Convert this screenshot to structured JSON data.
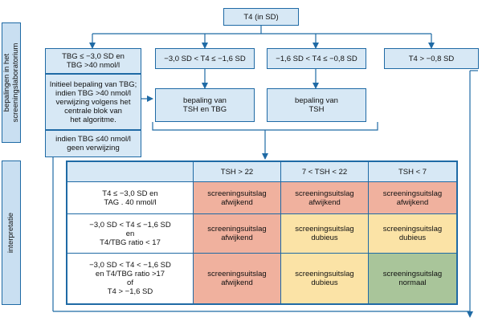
{
  "sidebar": {
    "top_label": [
      "bepalingen in het",
      "screeningslaboratorium"
    ],
    "bottom_label": "interpretatie"
  },
  "flow": {
    "root": "T4 (in SD)",
    "branch_1": [
      "TBG ≤ −3,0 SD en",
      "TBG >40 nmol/l"
    ],
    "branch_1_detail": [
      "Initieel bepaling van TBG;",
      "indien TBG >40 nmol/l",
      "verwijzing volgens het",
      "centrale blok van",
      "het algoritme."
    ],
    "branch_1_note": [
      "indien TBG ≤40 nmol/l",
      "geen verwijzing"
    ],
    "branch_2": "−3,0 SD < T4 ≤ −1,6 SD",
    "branch_3": "−1,6 SD < T4 ≤ −0,8 SD",
    "branch_4": "T4 > −0,8 SD",
    "action_2": [
      "bepaling van",
      "TSH en TBG"
    ],
    "action_3": [
      "bepaling van",
      "TSH"
    ]
  },
  "table": {
    "columns": [
      "TSH > 22",
      "7 < TSH < 22",
      "TSH < 7"
    ],
    "rows": [
      {
        "label": [
          "T4 ≤ −3,0 SD en",
          "TAG . 40 nmol/l"
        ],
        "cells": [
          {
            "text": [
              "screeningsuitslag",
              "afwijkend"
            ],
            "status": "red"
          },
          {
            "text": [
              "screeningsuitslag",
              "afwijkend"
            ],
            "status": "red"
          },
          {
            "text": [
              "screeningsuitslag",
              "afwijkend"
            ],
            "status": "red"
          }
        ]
      },
      {
        "label": [
          "−3,0 SD < T4 ≤ −1,6 SD",
          "en",
          "T4/TBG ratio < 17"
        ],
        "cells": [
          {
            "text": [
              "screeningsuitslag",
              "afwijkend"
            ],
            "status": "red"
          },
          {
            "text": [
              "screeningsuitslag",
              "dubieus"
            ],
            "status": "yellow"
          },
          {
            "text": [
              "screeningsuitslag",
              "dubieus"
            ],
            "status": "yellow"
          }
        ]
      },
      {
        "label": [
          "−3,0 SD < T4 < −1,6 SD",
          "en T4/TBG ratio >17",
          "of",
          "T4 > −1,6 SD"
        ],
        "cells": [
          {
            "text": [
              "screeningsuitslag",
              "afwijkend"
            ],
            "status": "red"
          },
          {
            "text": [
              "screeningsuitslag",
              "dubieus"
            ],
            "status": "yellow"
          },
          {
            "text": [
              "screeningsuitslag",
              "normaal"
            ],
            "status": "green"
          }
        ]
      }
    ]
  },
  "colors": {
    "line": "#1f6aa5",
    "box_fill": "#d7e8f5",
    "afwijkend": "#f0b19e",
    "dubieus": "#fbe3a6",
    "normaal": "#a9c59a"
  }
}
